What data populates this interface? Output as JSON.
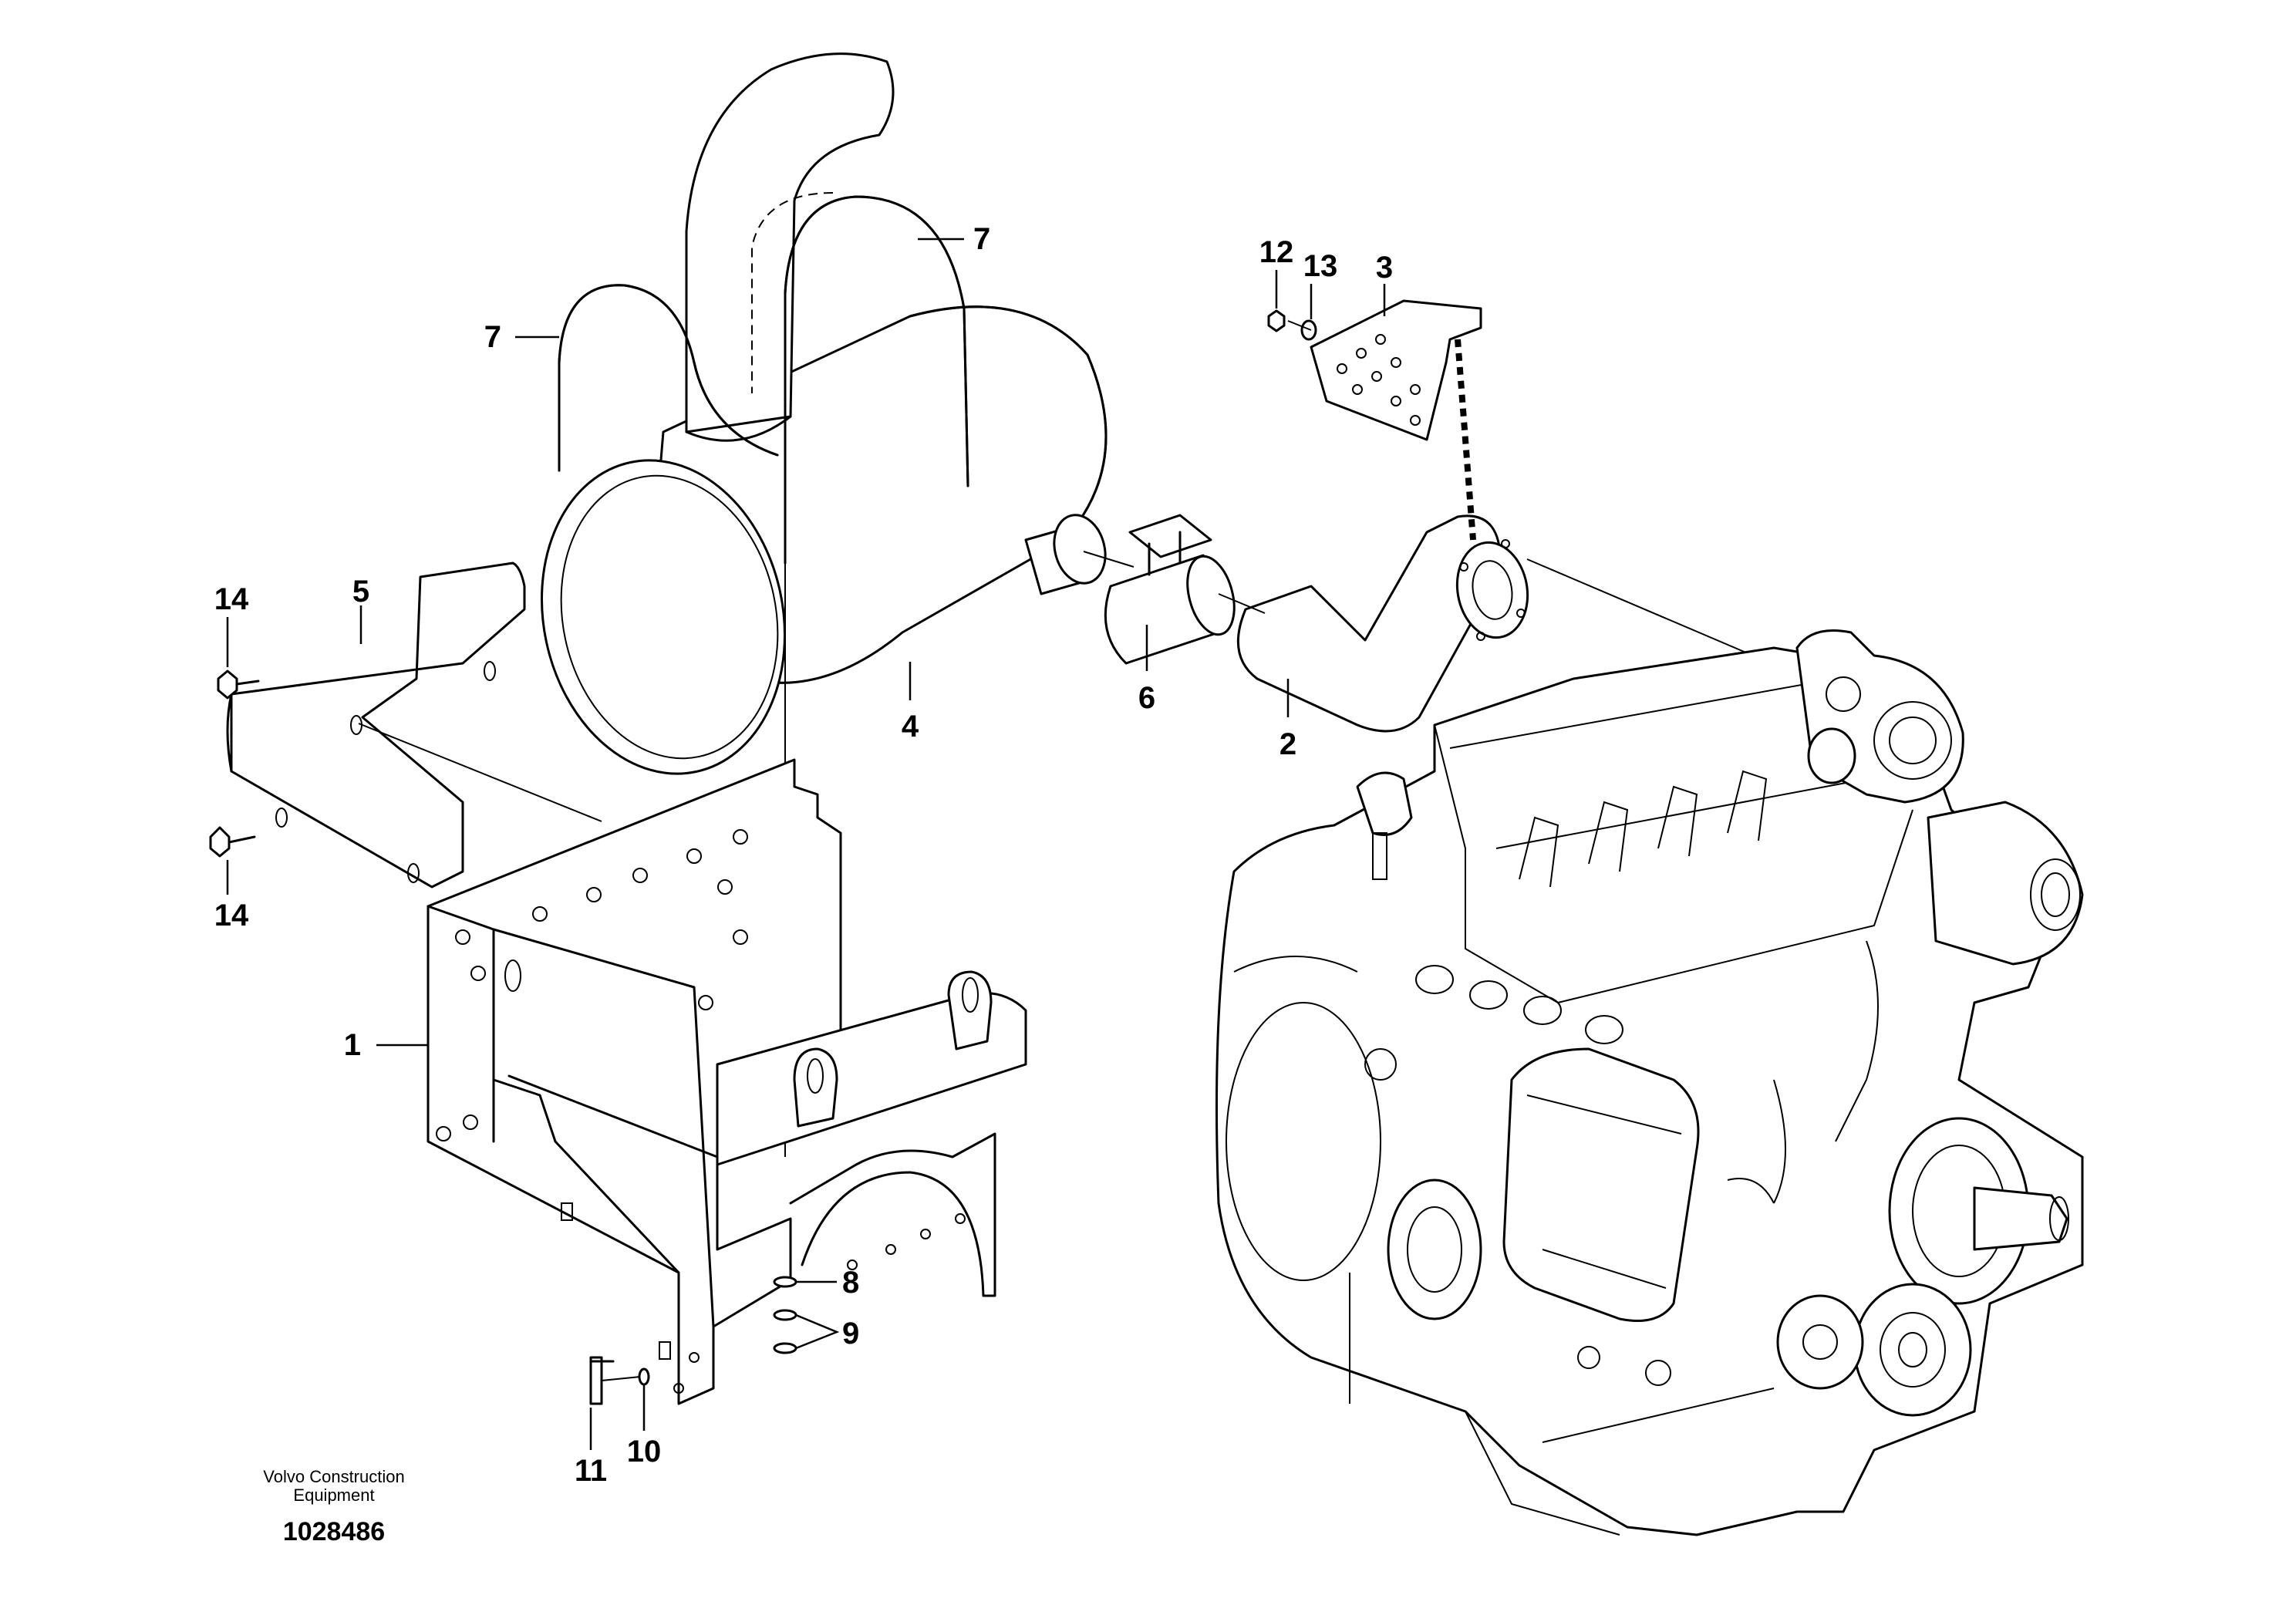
{
  "callouts": [
    {
      "id": "1",
      "text": "1"
    },
    {
      "id": "2",
      "text": "2"
    },
    {
      "id": "3",
      "text": "3"
    },
    {
      "id": "4",
      "text": "4"
    },
    {
      "id": "5",
      "text": "5"
    },
    {
      "id": "6",
      "text": "6"
    },
    {
      "id": "7a",
      "text": "7"
    },
    {
      "id": "7b",
      "text": "7"
    },
    {
      "id": "8",
      "text": "8"
    },
    {
      "id": "9",
      "text": "9"
    },
    {
      "id": "10",
      "text": "10"
    },
    {
      "id": "11",
      "text": "11"
    },
    {
      "id": "12",
      "text": "12"
    },
    {
      "id": "13",
      "text": "13"
    },
    {
      "id": "14a",
      "text": "14"
    },
    {
      "id": "14b",
      "text": "14"
    }
  ],
  "footer": {
    "credit_line1": "Volvo Construction",
    "credit_line2": "Equipment",
    "doc_number": "1028486"
  }
}
